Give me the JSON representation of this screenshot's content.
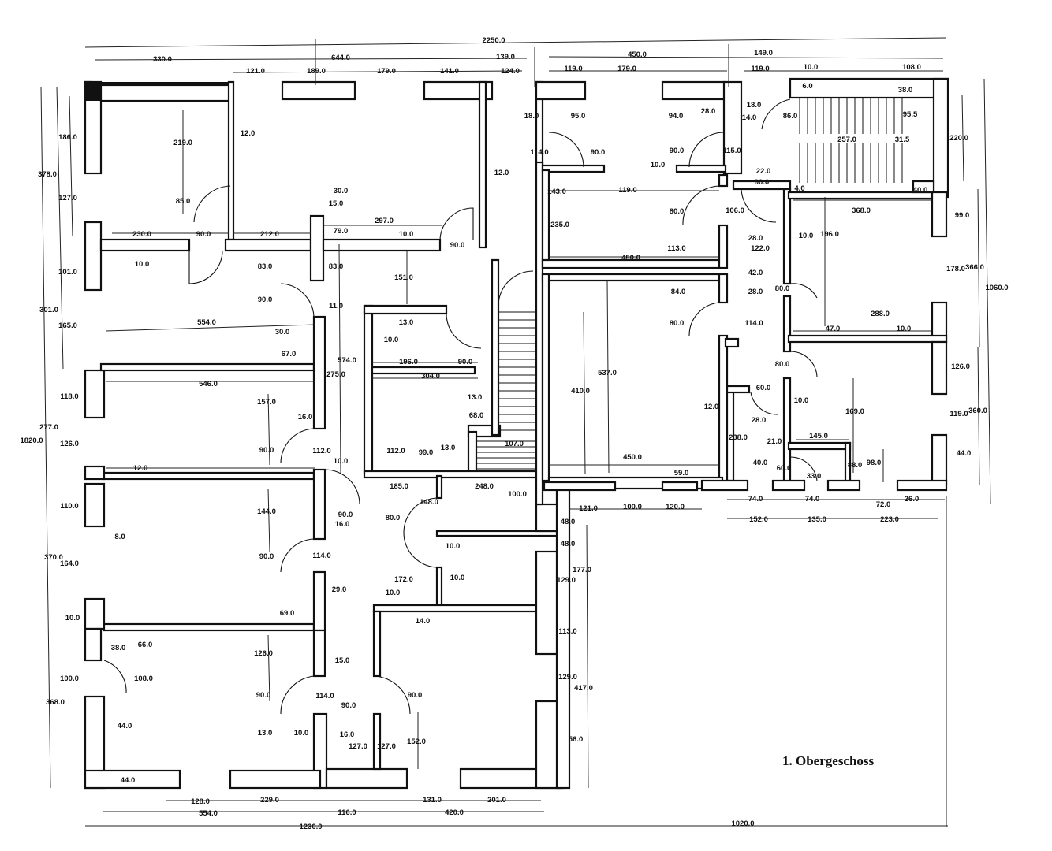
{
  "title": "1. Obergeschoss",
  "labels": [
    "2250.0",
    "330.0",
    "644.0",
    "139.0",
    "450.0",
    "149.0",
    "121.0",
    "189.0",
    "179.0",
    "141.0",
    "124.0",
    "119.0",
    "179.0",
    "119.0",
    "10.0",
    "108.0",
    "12.0",
    "219.0",
    "85.0",
    "230.0",
    "90.0",
    "212.0",
    "30.0",
    "15.0",
    "297.0",
    "79.0",
    "10.0",
    "90.0",
    "12.0",
    "186.0",
    "378.0",
    "127.0",
    "101.0",
    "301.0",
    "165.0",
    "10.0",
    "83.0",
    "83.0",
    "151.0",
    "90.0",
    "554.0",
    "11.0",
    "30.0",
    "67.0",
    "13.0",
    "10.0",
    "196.0",
    "90.0",
    "304.0",
    "574.0",
    "275.0",
    "118.0",
    "277.0",
    "126.0",
    "546.0",
    "157.0",
    "16.0",
    "90.0",
    "112.0",
    "10.0",
    "13.0",
    "68.0",
    "112.0",
    "99.0",
    "13.0",
    "107.0",
    "12.0",
    "185.0",
    "248.0",
    "100.0",
    "148.0",
    "1820.0",
    "110.0",
    "144.0",
    "90.0",
    "16.0",
    "8.0",
    "80.0",
    "10.0",
    "370.0",
    "164.0",
    "90.0",
    "114.0",
    "172.0",
    "10.0",
    "10.0",
    "29.0",
    "69.0",
    "14.0",
    "10.0",
    "38.0",
    "66.0",
    "126.0",
    "15.0",
    "100.0",
    "108.0",
    "368.0",
    "90.0",
    "114.0",
    "90.0",
    "90.0",
    "44.0",
    "13.0",
    "10.0",
    "16.0",
    "127.0",
    "127.0",
    "152.0",
    "44.0",
    "128.0",
    "229.0",
    "131.0",
    "201.0",
    "554.0",
    "116.0",
    "420.0",
    "1230.0",
    "1020.0",
    "18.0",
    "95.0",
    "94.0",
    "28.0",
    "18.0",
    "14.0",
    "86.0",
    "6.0",
    "38.0",
    "95.5",
    "114.0",
    "90.0",
    "90.0",
    "115.0",
    "257.0",
    "31.5",
    "220.0",
    "10.0",
    "22.0",
    "143.0",
    "119.0",
    "90.0",
    "4.0",
    "40.0",
    "235.0",
    "80.0",
    "106.0",
    "368.0",
    "99.0",
    "28.0",
    "122.0",
    "10.0",
    "196.0",
    "113.0",
    "450.0",
    "42.0",
    "178.0",
    "366.0",
    "1060.0",
    "84.0",
    "28.0",
    "80.0",
    "80.0",
    "114.0",
    "47.0",
    "288.0",
    "10.0",
    "410.0",
    "537.0",
    "80.0",
    "126.0",
    "12.0",
    "60.0",
    "10.0",
    "169.0",
    "28.0",
    "119.0",
    "360.0",
    "238.0",
    "21.0",
    "145.0",
    "450.0",
    "59.0",
    "40.0",
    "60.0",
    "33.0",
    "88.0",
    "98.0",
    "44.0",
    "121.0",
    "100.0",
    "120.0",
    "74.0",
    "74.0",
    "72.0",
    "26.0",
    "48.0",
    "152.0",
    "135.0",
    "223.0",
    "48.0",
    "177.0",
    "129.0",
    "113.0",
    "129.0",
    "417.0",
    "56.0"
  ]
}
